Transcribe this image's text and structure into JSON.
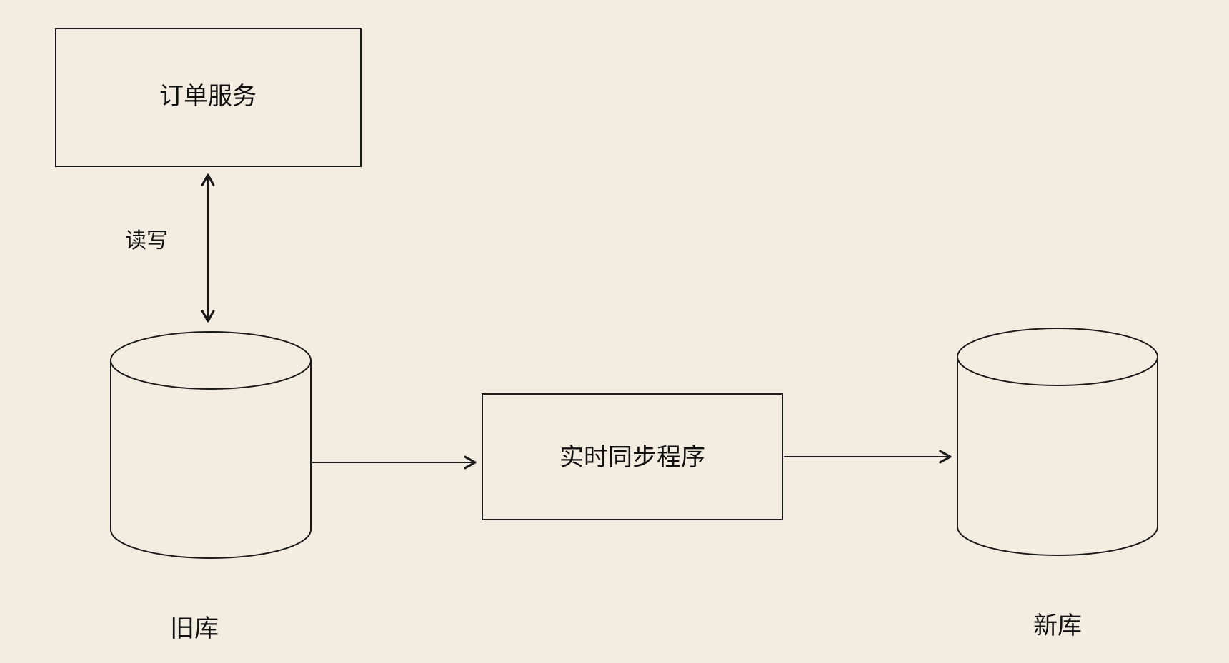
{
  "diagram": {
    "title": "database-migration-sync-diagram",
    "colors": {
      "background": "#f2ece1",
      "stroke": "#1a1a1a",
      "text": "#111111"
    },
    "nodes": {
      "order_service": {
        "label": "订单服务",
        "type": "rectangle"
      },
      "old_db": {
        "label": "旧库",
        "type": "cylinder"
      },
      "sync_program": {
        "label": "实时同步程序",
        "type": "rectangle"
      },
      "new_db": {
        "label": "新库",
        "type": "cylinder"
      }
    },
    "edges": {
      "read_write": {
        "label": "读写",
        "from": "order_service",
        "to": "old_db",
        "direction": "bidirectional"
      },
      "old_to_sync": {
        "label": "",
        "from": "old_db",
        "to": "sync_program",
        "direction": "forward"
      },
      "sync_to_new": {
        "label": "",
        "from": "sync_program",
        "to": "new_db",
        "direction": "forward"
      }
    }
  }
}
